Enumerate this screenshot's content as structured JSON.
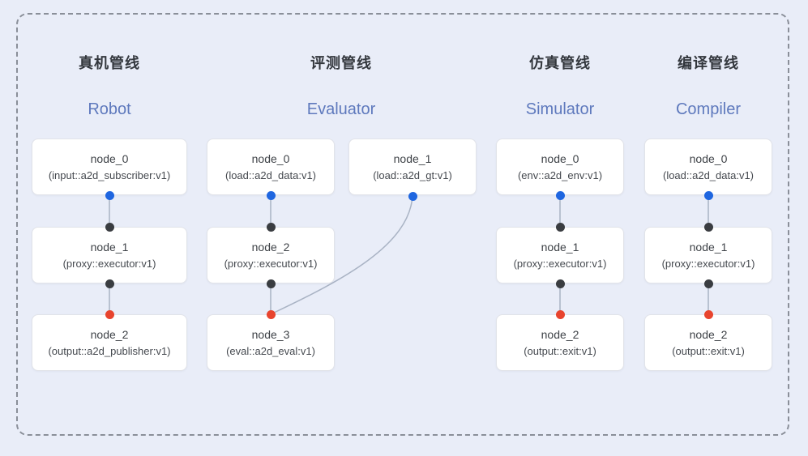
{
  "canvas": {
    "background": "#e9edf8",
    "frame_border_color": "#8a8f99"
  },
  "colors": {
    "edge": "#a9b3c4",
    "port_blue": "#1f66e0",
    "port_black": "#3a3d41",
    "port_red": "#e8442e",
    "title_zh": "#33373d",
    "title_en": "#5e79bd"
  },
  "pipelines": [
    {
      "title_zh": "真机管线",
      "title_en": "Robot",
      "nodes": [
        {
          "name": "node_0",
          "type": "(input::a2d_subscriber:v1)",
          "out_port": "blue"
        },
        {
          "name": "node_1",
          "type": "(proxy::executor:v1)",
          "in_port": "black",
          "out_port": "black"
        },
        {
          "name": "node_2",
          "type": "(output::a2d_publisher:v1)",
          "in_port": "red"
        }
      ],
      "edges": [
        {
          "from": "node_0",
          "to": "node_1"
        },
        {
          "from": "node_1",
          "to": "node_2"
        }
      ]
    },
    {
      "title_zh": "评测管线",
      "title_en": "Evaluator",
      "nodes": [
        {
          "name": "node_0",
          "type": "(load::a2d_data:v1)",
          "out_port": "blue"
        },
        {
          "name": "node_1",
          "type": "(load::a2d_gt:v1)",
          "out_port": "blue"
        },
        {
          "name": "node_2",
          "type": "(proxy::executor:v1)",
          "in_port": "black",
          "out_port": "black"
        },
        {
          "name": "node_3",
          "type": "(eval::a2d_eval:v1)",
          "in_port": "red"
        }
      ],
      "edges": [
        {
          "from": "node_0",
          "to": "node_2"
        },
        {
          "from": "node_2",
          "to": "node_3"
        },
        {
          "from": "node_1",
          "to": "node_3"
        }
      ]
    },
    {
      "title_zh": "仿真管线",
      "title_en": "Simulator",
      "nodes": [
        {
          "name": "node_0",
          "type": "(env::a2d_env:v1)",
          "out_port": "blue"
        },
        {
          "name": "node_1",
          "type": "(proxy::executor:v1)",
          "in_port": "black",
          "out_port": "black"
        },
        {
          "name": "node_2",
          "type": "(output::exit:v1)",
          "in_port": "red"
        }
      ],
      "edges": [
        {
          "from": "node_0",
          "to": "node_1"
        },
        {
          "from": "node_1",
          "to": "node_2"
        }
      ]
    },
    {
      "title_zh": "编译管线",
      "title_en": "Compiler",
      "nodes": [
        {
          "name": "node_0",
          "type": "(load::a2d_data:v1)",
          "out_port": "blue"
        },
        {
          "name": "node_1",
          "type": "(proxy::executor:v1)",
          "in_port": "black",
          "out_port": "black"
        },
        {
          "name": "node_2",
          "type": "(output::exit:v1)",
          "in_port": "red"
        }
      ],
      "edges": [
        {
          "from": "node_0",
          "to": "node_1"
        },
        {
          "from": "node_1",
          "to": "node_2"
        }
      ]
    }
  ]
}
